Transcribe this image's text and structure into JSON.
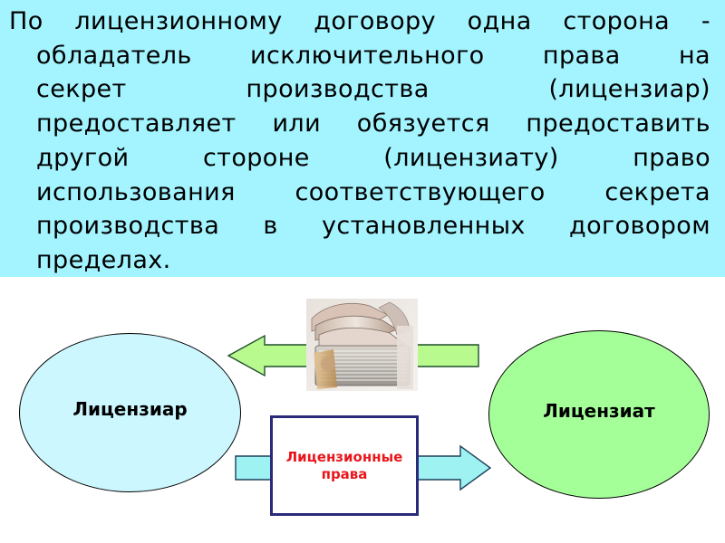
{
  "definition": {
    "lines": [
      "По лицензионному договору одна сторона -",
      "обладатель исключительного права на",
      "секрет производства (лицензиар)",
      "предоставляет или обязуется предоставить",
      "другой стороне (лицензиату) право",
      "использования соответствующего секрета",
      "производства в установленных договором",
      "пределах."
    ]
  },
  "diagram": {
    "licensor_label": "Лицензиар",
    "licensee_label": "Лицензиат",
    "rights_label": "Лицензионные права",
    "colors": {
      "definition_background": "#a3f4ff",
      "licensor_fill": "#ccf7ff",
      "licensee_fill": "#a5ff99",
      "arrow_left_fill": "#b9fa8f",
      "arrow_right_fill": "#9ef2f2",
      "rights_text": "#e8171c",
      "rights_border": "#2a2a7a"
    },
    "icons": {
      "payment": "money-bundle-icon"
    }
  }
}
